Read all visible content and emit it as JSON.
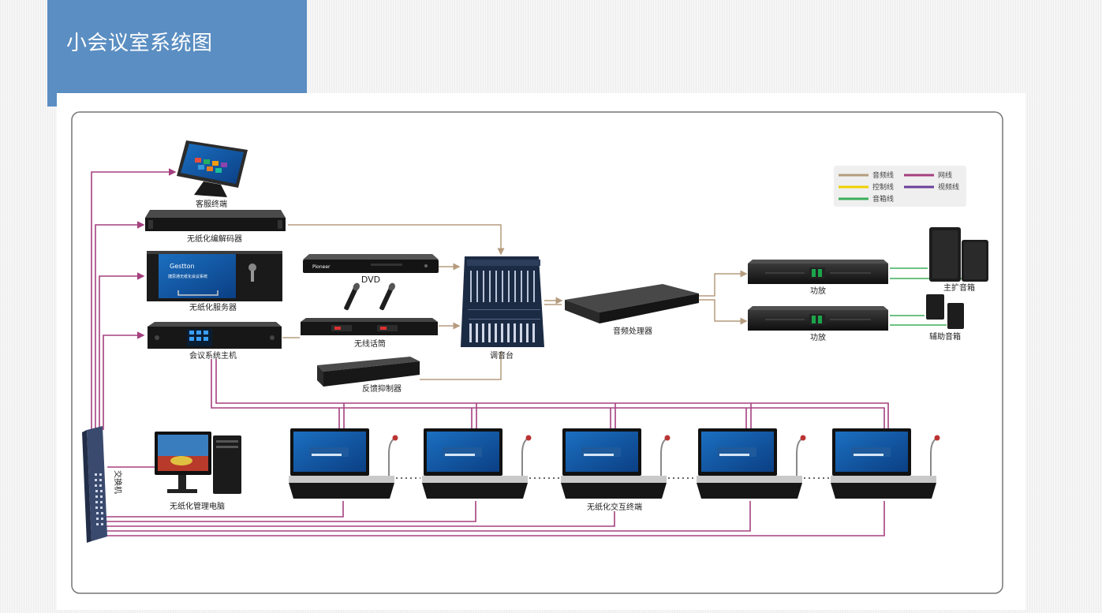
{
  "page": {
    "title": "小会议室系统图"
  },
  "legend": {
    "audio": "音频线",
    "network": "网线",
    "control": "控制线",
    "video": "视频线",
    "speaker": "音箱线"
  },
  "devices": {
    "client_terminal": "客服终端",
    "codec": "无纸化编解码器",
    "server": "无纸化服务器",
    "conference_host": "会议系统主机",
    "dvd": "DVD",
    "wireless_mic": "无线话筒",
    "feedback_suppressor": "反馈抑制器",
    "mixer": "调音台",
    "audio_processor": "音频处理器",
    "amp1": "功放",
    "amp2": "功放",
    "main_speaker": "主扩音箱",
    "aux_speaker": "辅助音箱",
    "switch": "交换机",
    "management_pc": "无纸化管理电脑",
    "interactive_terminal": "无纸化交互终端"
  },
  "brands": {
    "server_brand": "Gestton",
    "server_subtitle": "捷思通无纸化会议系统",
    "dvd_brand": "Pioneer"
  },
  "colors": {
    "audio": "#b59c7e",
    "network": "#a5407f",
    "control": "#f0d000",
    "video": "#6a3f98",
    "speaker": "#3bae5a",
    "title_bg": "#5b8ec2",
    "frame": "#777777"
  }
}
